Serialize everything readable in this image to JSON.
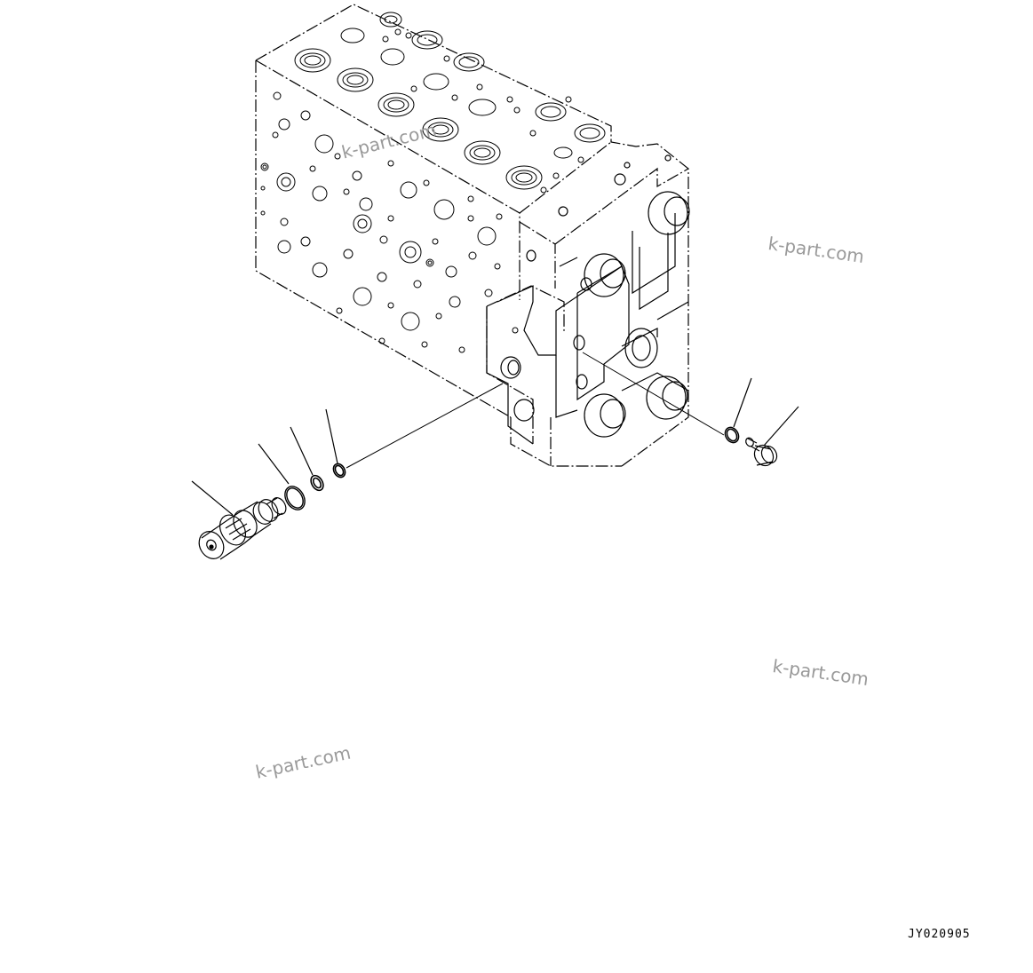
{
  "drawing": {
    "code": "JY020905",
    "line_color": "#000000",
    "watermark_color": "#9a9a9a"
  },
  "watermarks": [
    "k-part.com",
    "k-part.com",
    "k-part.com",
    "k-part.com"
  ],
  "parts": {
    "main_assembly": "control-valve-block",
    "components": [
      "relief-valve-cartridge",
      "backup-ring",
      "o-ring",
      "o-ring-small",
      "o-ring-plug",
      "plug"
    ]
  }
}
